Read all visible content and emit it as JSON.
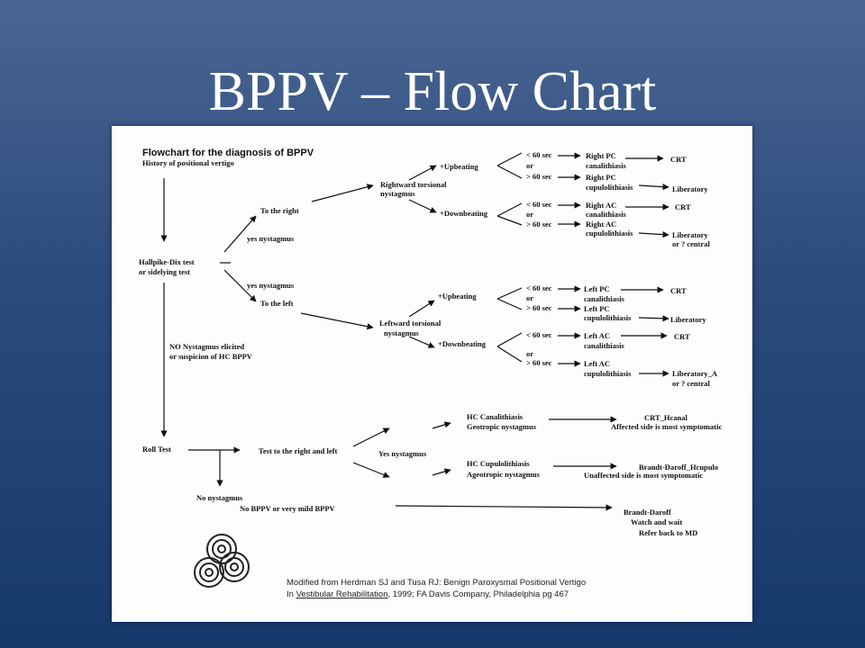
{
  "slide_title": "BPPV – Flow Chart",
  "flowchart": {
    "heading": "Flowchart for the diagnosis of BPPV",
    "subheading": "History of positional vertigo",
    "hallpike": [
      "Hallpike-Dix test",
      "or sidelying test"
    ],
    "to_right": "To the right",
    "yes_nystagmus_1": "yes nystagmus",
    "yes_nystagmus_2": "yes nystagmus",
    "to_left": "To the left",
    "right_torsional": [
      "Rightward torsional",
      "nystagmus"
    ],
    "left_torsional": [
      "Leftward torsional",
      "nystagmus"
    ],
    "upbeating": "+Upbeating",
    "downbeating": "+Downbeating",
    "lt60": "< 60 sec",
    "or": "or",
    "gt60": "> 60 sec",
    "right_pc_can": [
      "Right PC",
      "canalithiasis"
    ],
    "right_pc_cup": [
      "Right PC",
      "cupulolithiasis"
    ],
    "right_ac_can": [
      "Right AC",
      "canalithiasis"
    ],
    "right_ac_cup": [
      "Right AC",
      "cupulolithiasis"
    ],
    "left_pc_can": [
      "Left PC",
      "canalithiasis"
    ],
    "left_pc_cup": [
      "Left PC",
      "cupulolithiasis"
    ],
    "left_ac_can": [
      "Left AC",
      "canalithiasis"
    ],
    "left_ac_cup": [
      "Left AC",
      "cupulolithiasis"
    ],
    "crt": "CRT",
    "liberatory": "Liberatory",
    "liberatory_central": [
      "Liberatory",
      "or ? central"
    ],
    "liberatory_a_central": [
      "Liberatory_A",
      "or ? central"
    ],
    "no_nystagmus_elicited": [
      "NO Nystagmus elicited",
      "or suspicion of HC BPPV"
    ],
    "roll_test": "Roll Test",
    "test_right_left": "Test to the right and left",
    "yes_nystagmus_3": "Yes nystagmus",
    "hc_can": [
      "HC Canalithiasis",
      "Geotropic nystagmus"
    ],
    "hc_cup": [
      "HC Cupulolithiasis",
      "Ageotropic nystagmus"
    ],
    "crt_hcanal": "CRT_Hcanal",
    "affected_side": "Affected side  is most symptomatic",
    "brandt_hcupulo": "Brandt-Daroff_Hcupulo",
    "unaffected_side": "Unaffected side  is most symptomatic",
    "no_nystagmus": "No nystagmus",
    "no_bppv": "No BPPV or very mild BPPV",
    "brandt_daroff": [
      "Brandt-Daroff",
      "Watch and wait",
      "Refer back to MD"
    ],
    "citation": [
      "Modified from Herdman SJ and Tusa RJ: Benign Paroxysmal Positional Vertigo",
      "In ",
      "Vestibular Rehabilitation",
      ", 1999; FA Davis Company, Philadelphia pg 467"
    ]
  }
}
